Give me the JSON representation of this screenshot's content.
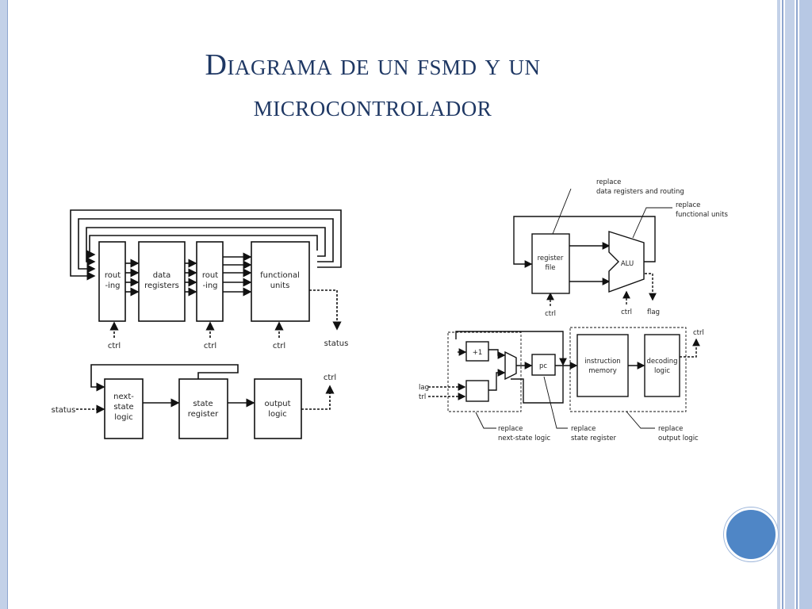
{
  "slide": {
    "title_line1": "Diagrama de un fsmd y un",
    "title_line2": "microcontrolador"
  },
  "fsmd": {
    "routing_left": [
      "rout",
      "-ing"
    ],
    "data_registers": [
      "data",
      "registers"
    ],
    "routing_right": [
      "rout",
      "-ing"
    ],
    "functional_units": [
      "functional",
      "units"
    ],
    "ctrl": "ctrl",
    "status_out": "status",
    "status_in": "status",
    "next_state_logic": [
      "next-",
      "state",
      "logic"
    ],
    "state_register": [
      "state",
      "register"
    ],
    "output_logic": [
      "output",
      "logic"
    ],
    "ctrl_out": "ctrl"
  },
  "micro": {
    "register_file": [
      "register",
      "file"
    ],
    "alu": "ALU",
    "ctrl": "ctrl",
    "flag": "flag",
    "replace_data": [
      "replace",
      "data registers and routing"
    ],
    "replace_functional": [
      "replace",
      "functional units"
    ],
    "plus_one": "+1",
    "pc": "pc",
    "instruction_memory": [
      "instruction",
      "memory"
    ],
    "decoding_logic": [
      "decoding",
      "logic"
    ],
    "ctrl_out": "ctrl",
    "flag_in": "lag",
    "ctrl_in": "trl",
    "replace_next_state": [
      "replace",
      "next-state logic"
    ],
    "replace_state_register": [
      "replace",
      "state register"
    ],
    "replace_output": [
      "replace",
      "output logic"
    ]
  }
}
